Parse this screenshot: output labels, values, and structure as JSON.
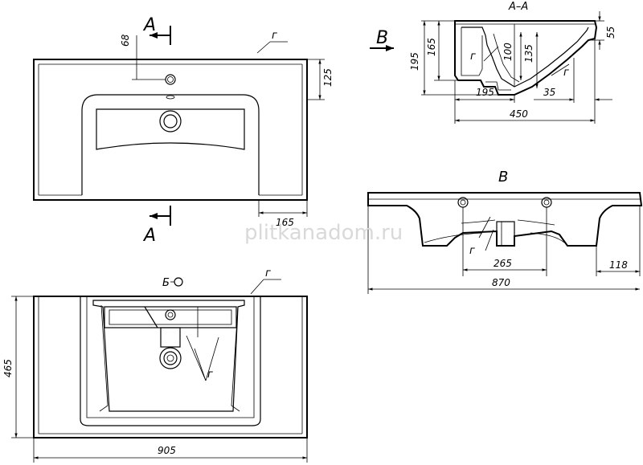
{
  "labels": {
    "section_a": "A",
    "section_aa": "A–A",
    "view_b": "B",
    "view_v": "В",
    "view_b_ref": "Б",
    "g": "г"
  },
  "dimensions": {
    "d68": "68",
    "d125": "125",
    "d165_top": "165",
    "d195_side": "195",
    "d165_side": "165",
    "d100": "100",
    "d135": "135",
    "d55": "55",
    "d195_bottom": "195",
    "d35": "35",
    "d450": "450",
    "d265": "265",
    "d870": "870",
    "d118": "118",
    "d465": "465",
    "d905": "905"
  },
  "watermark": "plitkanadom.ru"
}
